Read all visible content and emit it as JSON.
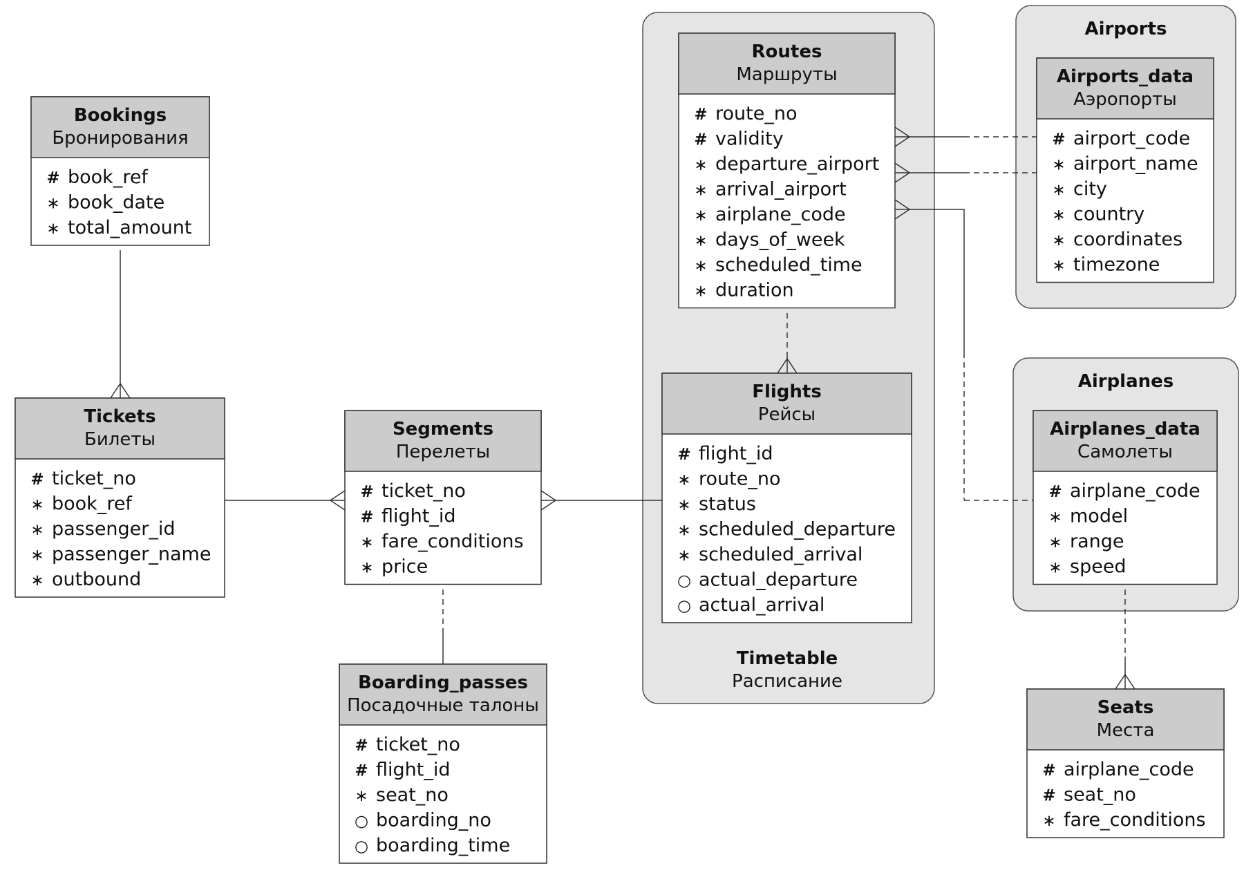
{
  "groups": {
    "timetable": {
      "title": "Timetable",
      "subtitle": "Расписание"
    },
    "airports": {
      "title": "Airports"
    },
    "airplanes": {
      "title": "Airplanes"
    }
  },
  "entities": {
    "bookings": {
      "title": "Bookings",
      "subtitle": "Бронирования",
      "fields": [
        {
          "marker": "#",
          "name": "book_ref"
        },
        {
          "marker": "∗",
          "name": "book_date"
        },
        {
          "marker": "∗",
          "name": "total_amount"
        }
      ]
    },
    "tickets": {
      "title": "Tickets",
      "subtitle": "Билеты",
      "fields": [
        {
          "marker": "#",
          "name": "ticket_no"
        },
        {
          "marker": "∗",
          "name": "book_ref"
        },
        {
          "marker": "∗",
          "name": "passenger_id"
        },
        {
          "marker": "∗",
          "name": "passenger_name"
        },
        {
          "marker": "∗",
          "name": "outbound"
        }
      ]
    },
    "segments": {
      "title": "Segments",
      "subtitle": "Перелеты",
      "fields": [
        {
          "marker": "#",
          "name": "ticket_no"
        },
        {
          "marker": "#",
          "name": "flight_id"
        },
        {
          "marker": "∗",
          "name": "fare_conditions"
        },
        {
          "marker": "∗",
          "name": "price"
        }
      ]
    },
    "boarding_passes": {
      "title": "Boarding_passes",
      "subtitle": "Посадочные талоны",
      "fields": [
        {
          "marker": "#",
          "name": "ticket_no"
        },
        {
          "marker": "#",
          "name": "flight_id"
        },
        {
          "marker": "∗",
          "name": "seat_no"
        },
        {
          "marker": "○",
          "name": "boarding_no"
        },
        {
          "marker": "○",
          "name": "boarding_time"
        }
      ]
    },
    "routes": {
      "title": "Routes",
      "subtitle": "Маршруты",
      "fields": [
        {
          "marker": "#",
          "name": "route_no"
        },
        {
          "marker": "#",
          "name": "validity"
        },
        {
          "marker": "∗",
          "name": "departure_airport"
        },
        {
          "marker": "∗",
          "name": "arrival_airport"
        },
        {
          "marker": "∗",
          "name": "airplane_code"
        },
        {
          "marker": "∗",
          "name": "days_of_week"
        },
        {
          "marker": "∗",
          "name": "scheduled_time"
        },
        {
          "marker": "∗",
          "name": "duration"
        }
      ]
    },
    "flights": {
      "title": "Flights",
      "subtitle": "Рейсы",
      "fields": [
        {
          "marker": "#",
          "name": "flight_id"
        },
        {
          "marker": "∗",
          "name": "route_no"
        },
        {
          "marker": "∗",
          "name": "status"
        },
        {
          "marker": "∗",
          "name": "scheduled_departure"
        },
        {
          "marker": "∗",
          "name": "scheduled_arrival"
        },
        {
          "marker": "○",
          "name": "actual_departure"
        },
        {
          "marker": "○",
          "name": "actual_arrival"
        }
      ]
    },
    "airports_data": {
      "title": "Airports_data",
      "subtitle": "Аэропорты",
      "fields": [
        {
          "marker": "#",
          "name": "airport_code"
        },
        {
          "marker": "∗",
          "name": "airport_name"
        },
        {
          "marker": "∗",
          "name": "city"
        },
        {
          "marker": "∗",
          "name": "country"
        },
        {
          "marker": "∗",
          "name": "coordinates"
        },
        {
          "marker": "∗",
          "name": "timezone"
        }
      ]
    },
    "airplanes_data": {
      "title": "Airplanes_data",
      "subtitle": "Самолеты",
      "fields": [
        {
          "marker": "#",
          "name": "airplane_code"
        },
        {
          "marker": "∗",
          "name": "model"
        },
        {
          "marker": "∗",
          "name": "range"
        },
        {
          "marker": "∗",
          "name": "speed"
        }
      ]
    },
    "seats": {
      "title": "Seats",
      "subtitle": "Места",
      "fields": [
        {
          "marker": "#",
          "name": "airplane_code"
        },
        {
          "marker": "#",
          "name": "seat_no"
        },
        {
          "marker": "∗",
          "name": "fare_conditions"
        }
      ]
    }
  }
}
